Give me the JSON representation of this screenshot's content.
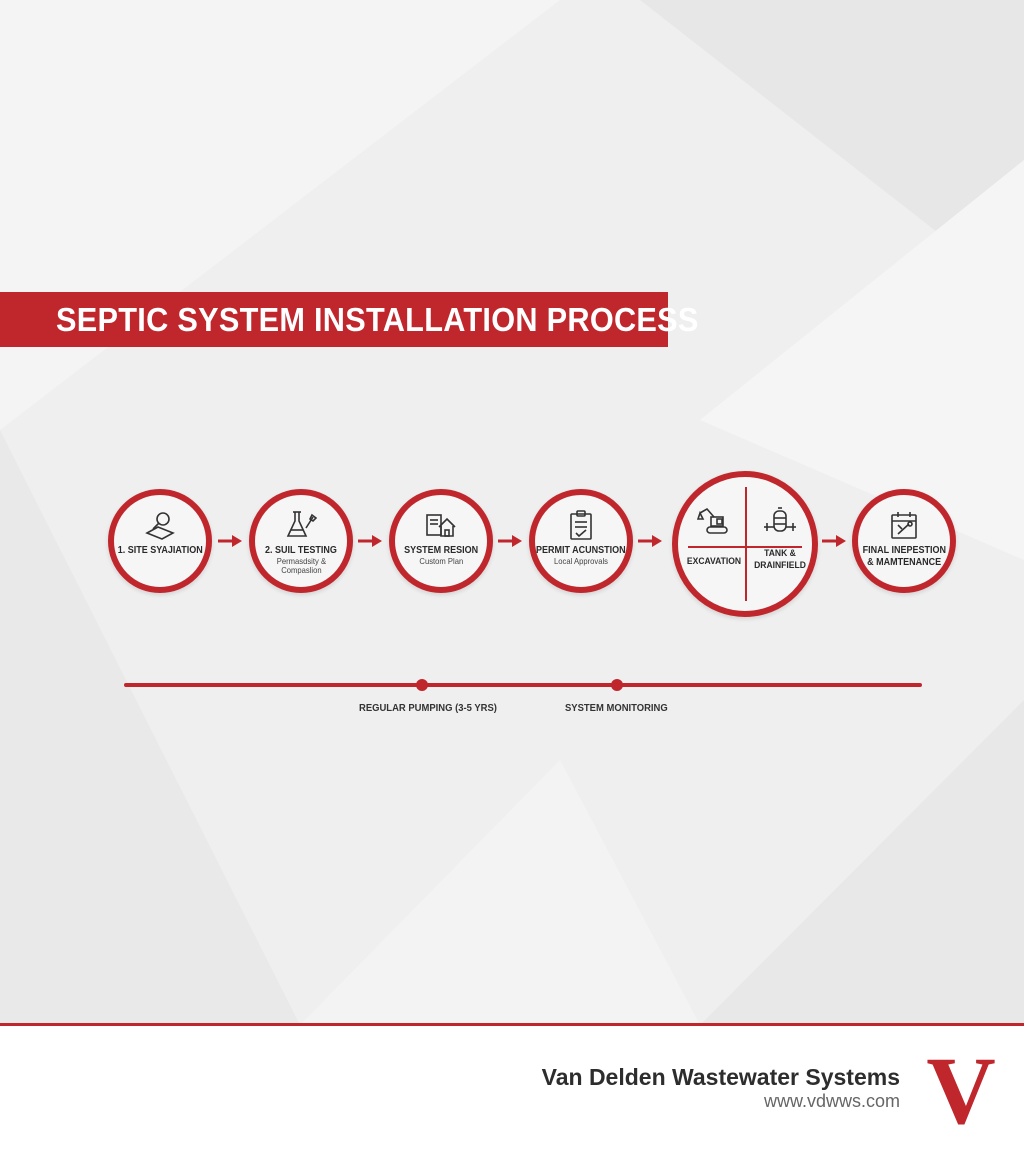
{
  "title": "SEPTIC SYSTEM INSTALLATION PROCESS",
  "steps": [
    {
      "label": "1. SITE SYAJIATION",
      "sub": "",
      "icon": "magnifier-icon"
    },
    {
      "label": "2. SUIL TESTING",
      "sub": "Permasdsity &",
      "sub2": "Compaslion",
      "icon": "flask-shovel-icon"
    },
    {
      "label": "SYSTEM RESION",
      "sub": "Custom Plan",
      "icon": "house-blueprint-icon"
    },
    {
      "label": "PERMIT ACUNSTION",
      "sub": "Local Approvals",
      "icon": "clipboard-check-icon"
    }
  ],
  "combined_step": {
    "left_label": "EXCAVATION",
    "right_label_1": "TANK &",
    "right_label_2": "DRAINFIELD",
    "left_icon": "excavator-icon",
    "right_icon": "tank-icon"
  },
  "final_step": {
    "label_1": "FINAL INEPESTION",
    "label_2": "& MAMTENANCE",
    "icon": "calendar-tools-icon"
  },
  "timeline": {
    "labels": [
      "REGULAR PUMPING (3-5 YRS)",
      "SYSTEM MONITORING"
    ]
  },
  "footer": {
    "company": "Van Delden Wastewater Systems",
    "url": "www.vdwws.com",
    "logo_letter": "V"
  },
  "colors": {
    "accent": "#c0272d",
    "background": "#efefef",
    "text": "#2d2d2d"
  }
}
